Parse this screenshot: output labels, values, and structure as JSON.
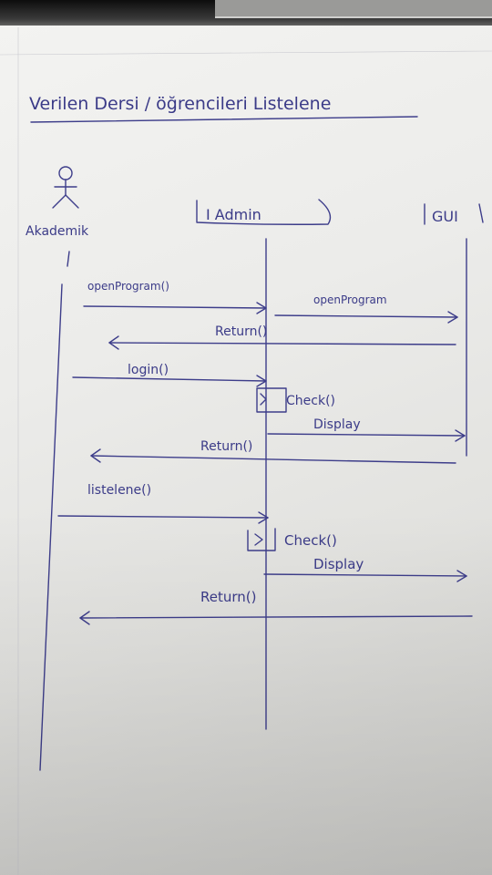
{
  "title": "Verilen Dersi / öğrencileri Listelene",
  "actor": {
    "label": "Akademik"
  },
  "lifelines": [
    {
      "id": "admin",
      "label": "I Admin"
    },
    {
      "id": "gui",
      "label": "GUI"
    }
  ],
  "messages": [
    {
      "label": "openProgram()"
    },
    {
      "label": "openProgram"
    },
    {
      "label": "Return()"
    },
    {
      "label": "login()"
    },
    {
      "label": "Check()"
    },
    {
      "label": "Display"
    },
    {
      "label": "Return()"
    },
    {
      "label": "listelene()"
    },
    {
      "label": "Check()"
    },
    {
      "label": "Display"
    },
    {
      "label": "Return()"
    }
  ],
  "colors": {
    "ink": "#3d3d8a",
    "paper": "#efefed"
  }
}
